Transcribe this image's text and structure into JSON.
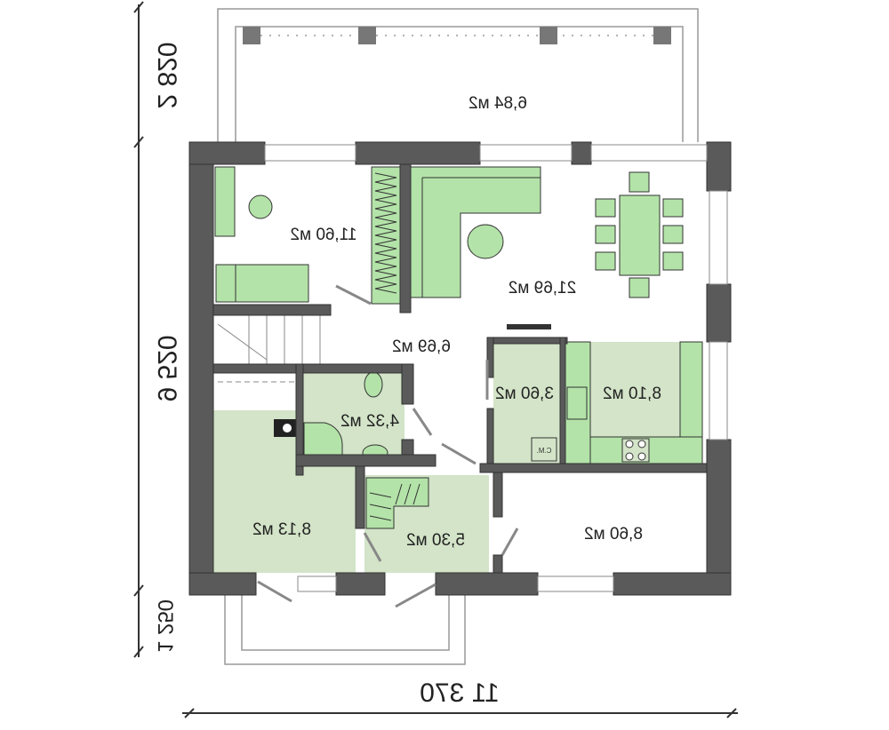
{
  "plan": {
    "rooms": {
      "terrace": "6,84 м2",
      "bedroom": "11,60 м2",
      "living": "21,69 м2",
      "hall": "6,69 м2",
      "pantry": "3,60 м2",
      "kitchen": "8,10 м2",
      "bathroom": "4,32 м2",
      "room_left": "8,13 м2",
      "boiler": "5,30 м2",
      "room_right": "8,60 м2"
    },
    "dimensions": {
      "top": "2 820",
      "middle": "9 520",
      "bottom": "1 250",
      "width": "11 370"
    },
    "appliance_label": "С.М.",
    "colors": {
      "wall": "#5a5a5a",
      "room_fill": "#d3e4c8",
      "furniture": "#b3e3a8"
    }
  }
}
